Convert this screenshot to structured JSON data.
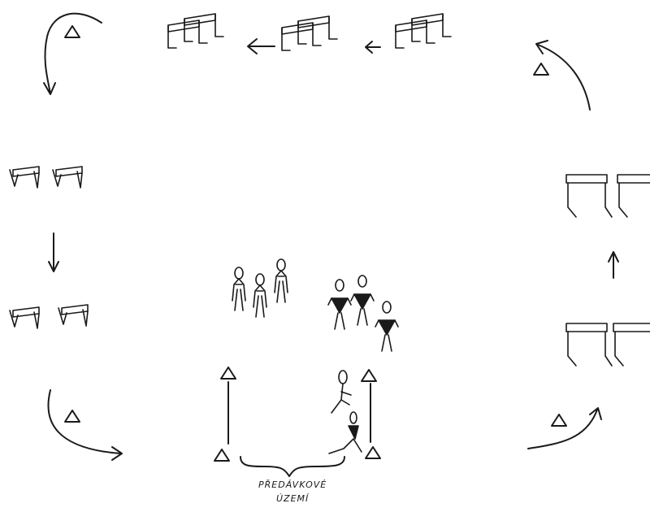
{
  "labels": {
    "zone_line1": "PŘEDÁVKOVÉ",
    "zone_line2": "ÚZEMÍ"
  },
  "icons": {
    "cone": "triangle-cone-icon",
    "hurdle": "hurdle-icon",
    "arrow": "arrow-icon",
    "runner_team_a": "stick-figure-outline",
    "runner_team_b": "stick-figure-filled"
  },
  "colors": {
    "ink": "#1a1a1a",
    "paper": "#ffffff"
  }
}
